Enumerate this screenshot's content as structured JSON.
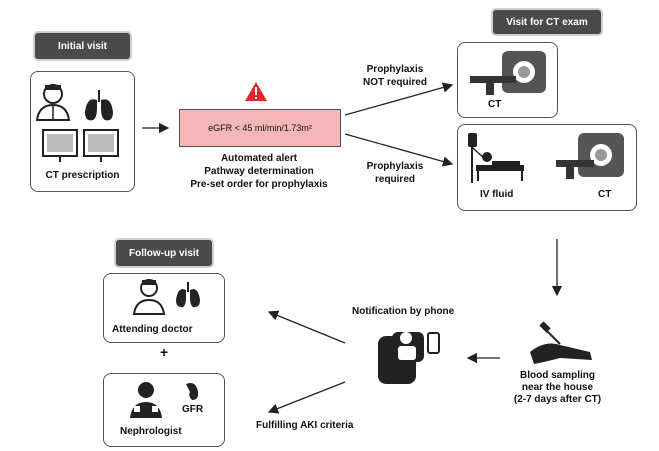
{
  "initial_visit": {
    "tag": "Initial visit",
    "caption": "CT prescription"
  },
  "alert": {
    "criterion": "eGFR < 45 ml/min/1.73m²",
    "lines": [
      "Automated alert",
      "Pathway determination",
      "Pre-set order for prophylaxis"
    ]
  },
  "ct_visit": {
    "tag": "Visit for CT exam"
  },
  "branch_no": {
    "label_line1": "Prophylaxis",
    "label_line2": "NOT required",
    "ct_label": "CT"
  },
  "branch_yes": {
    "label_line1": "Prophylaxis",
    "label_line2": "required",
    "iv_label": "IV fluid",
    "ct_label": "CT"
  },
  "blood": {
    "line1": "Blood sampling",
    "line2": "near the house",
    "line3": "(2-7 days after CT)"
  },
  "notification": {
    "label": "Notification by phone"
  },
  "followup": {
    "tag": "Follow-up visit",
    "attending": "Attending doctor",
    "plus": "+",
    "nephrologist": "Nephrologist",
    "gfr": "GFR",
    "aki": "Fulfilling AKI criteria"
  },
  "colors": {
    "alert_fill": "#f4b6b6",
    "warning_red": "#e32626",
    "tag_dark": "#4a4a4a"
  }
}
